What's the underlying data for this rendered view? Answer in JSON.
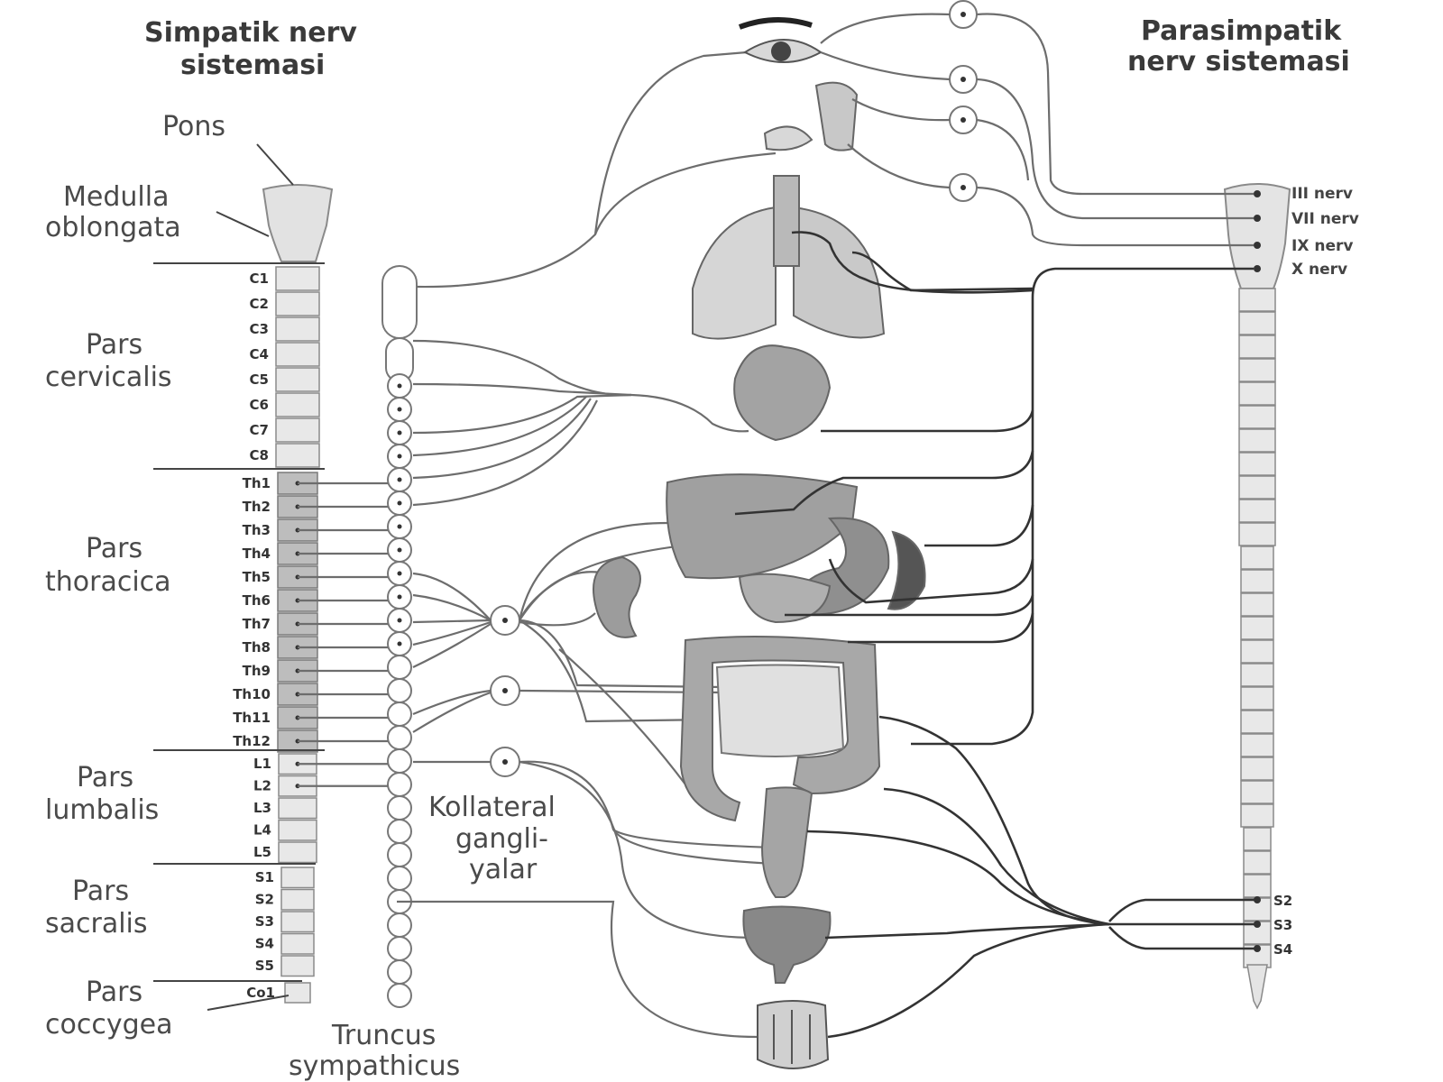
{
  "headers": {
    "sympathetic_line1": "Simpatik nerv",
    "sympathetic_line2": "sistemasi",
    "parasympathetic_line1": "Parasimpatik",
    "parasympathetic_line2": "nerv sistemasi"
  },
  "left_labels": {
    "pons": "Pons",
    "medulla_line1": "Medulla",
    "medulla_line2": "oblongata",
    "cervicalis_line1": "Pars",
    "cervicalis_line2": "cervicalis",
    "thoracica_line1": "Pars",
    "thoracica_line2": "thoracica",
    "lumbalis_line1": "Pars",
    "lumbalis_line2": "lumbalis",
    "sacralis_line1": "Pars",
    "sacralis_line2": "sacralis",
    "coccygea_line1": "Pars",
    "coccygea_line2": "coccygea"
  },
  "bottom_labels": {
    "truncus_line1": "Truncus",
    "truncus_line2": "sympathicus",
    "kollateral_line1": "Kollateral",
    "kollateral_line2": "gangli-",
    "kollateral_line3": "yalar"
  },
  "segments": {
    "cervical": [
      "C1",
      "C2",
      "C3",
      "C4",
      "C5",
      "C6",
      "C7",
      "C8"
    ],
    "thoracic": [
      "Th1",
      "Th2",
      "Th3",
      "Th4",
      "Th5",
      "Th6",
      "Th7",
      "Th8",
      "Th9",
      "Th10",
      "Th11",
      "Th12"
    ],
    "lumbar": [
      "L1",
      "L2",
      "L3",
      "L4",
      "L5"
    ],
    "sacral": [
      "S1",
      "S2",
      "S3",
      "S4",
      "S5"
    ],
    "coccygeal": "Co1"
  },
  "cranial_nerves": [
    "III nerv",
    "VII nerv",
    "IX nerv",
    "X nerv"
  ],
  "sacral_parasympathetic": [
    "S2",
    "S3",
    "S4"
  ],
  "colors": {
    "organ_gray": "#9a9a9a",
    "organ_light": "#dcdcdc",
    "organ_dark": "#555555",
    "wire": "#6d6d6d"
  }
}
